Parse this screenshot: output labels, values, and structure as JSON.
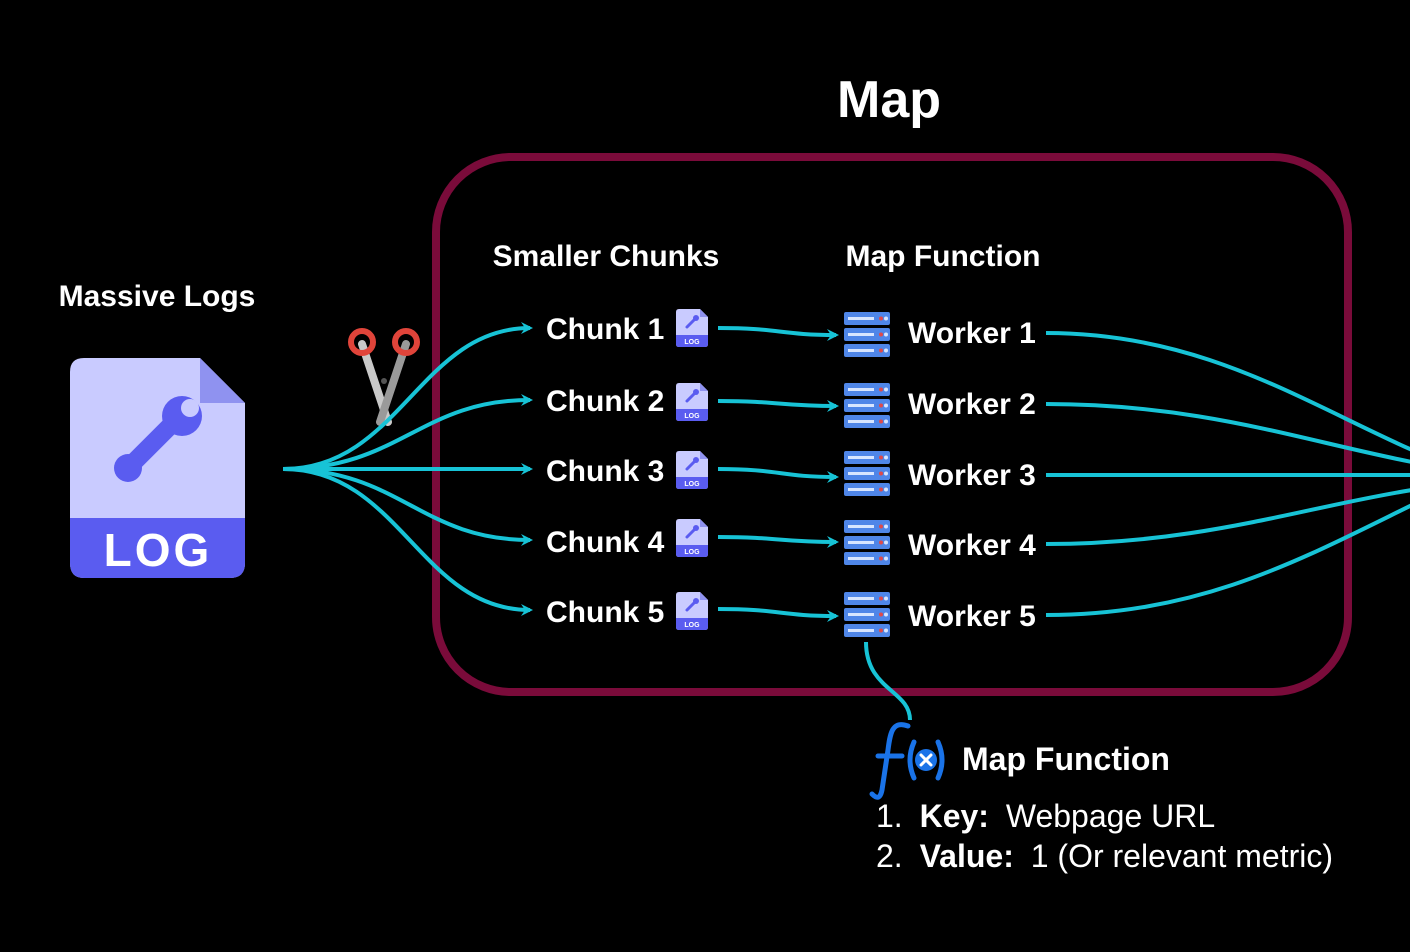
{
  "title": "Map",
  "source": {
    "label": "Massive Logs",
    "icon": "log-file-icon",
    "icon_text": "LOG"
  },
  "cut_icon": "scissors-icon",
  "columns": {
    "chunks_header": "Smaller Chunks",
    "workers_header": "Map Function"
  },
  "chunks": [
    {
      "label": "Chunk 1",
      "icon": "log-file-icon",
      "icon_text": "LOG"
    },
    {
      "label": "Chunk 2",
      "icon": "log-file-icon",
      "icon_text": "LOG"
    },
    {
      "label": "Chunk 3",
      "icon": "log-file-icon",
      "icon_text": "LOG"
    },
    {
      "label": "Chunk 4",
      "icon": "log-file-icon",
      "icon_text": "LOG"
    },
    {
      "label": "Chunk 5",
      "icon": "log-file-icon",
      "icon_text": "LOG"
    }
  ],
  "workers": [
    {
      "label": "Worker 1",
      "icon": "server-icon"
    },
    {
      "label": "Worker 2",
      "icon": "server-icon"
    },
    {
      "label": "Worker 3",
      "icon": "server-icon"
    },
    {
      "label": "Worker 4",
      "icon": "server-icon"
    },
    {
      "label": "Worker 5",
      "icon": "server-icon"
    }
  ],
  "map_function": {
    "icon": "function-icon",
    "title": "Map Function",
    "items": [
      {
        "num": "1.",
        "key": "Key:",
        "value": "Webpage URL"
      },
      {
        "num": "2.",
        "key": "Value:",
        "value": "1 (Or relevant metric)"
      }
    ]
  },
  "colors": {
    "background": "#000000",
    "container_border": "#7a0b3a",
    "arrow": "#17c3d6",
    "log_body": "#c9cbff",
    "log_band": "#5a5cf0",
    "server": "#4f86e8",
    "function_icon": "#1a73e8",
    "scissors_handle": "#e0443a"
  }
}
